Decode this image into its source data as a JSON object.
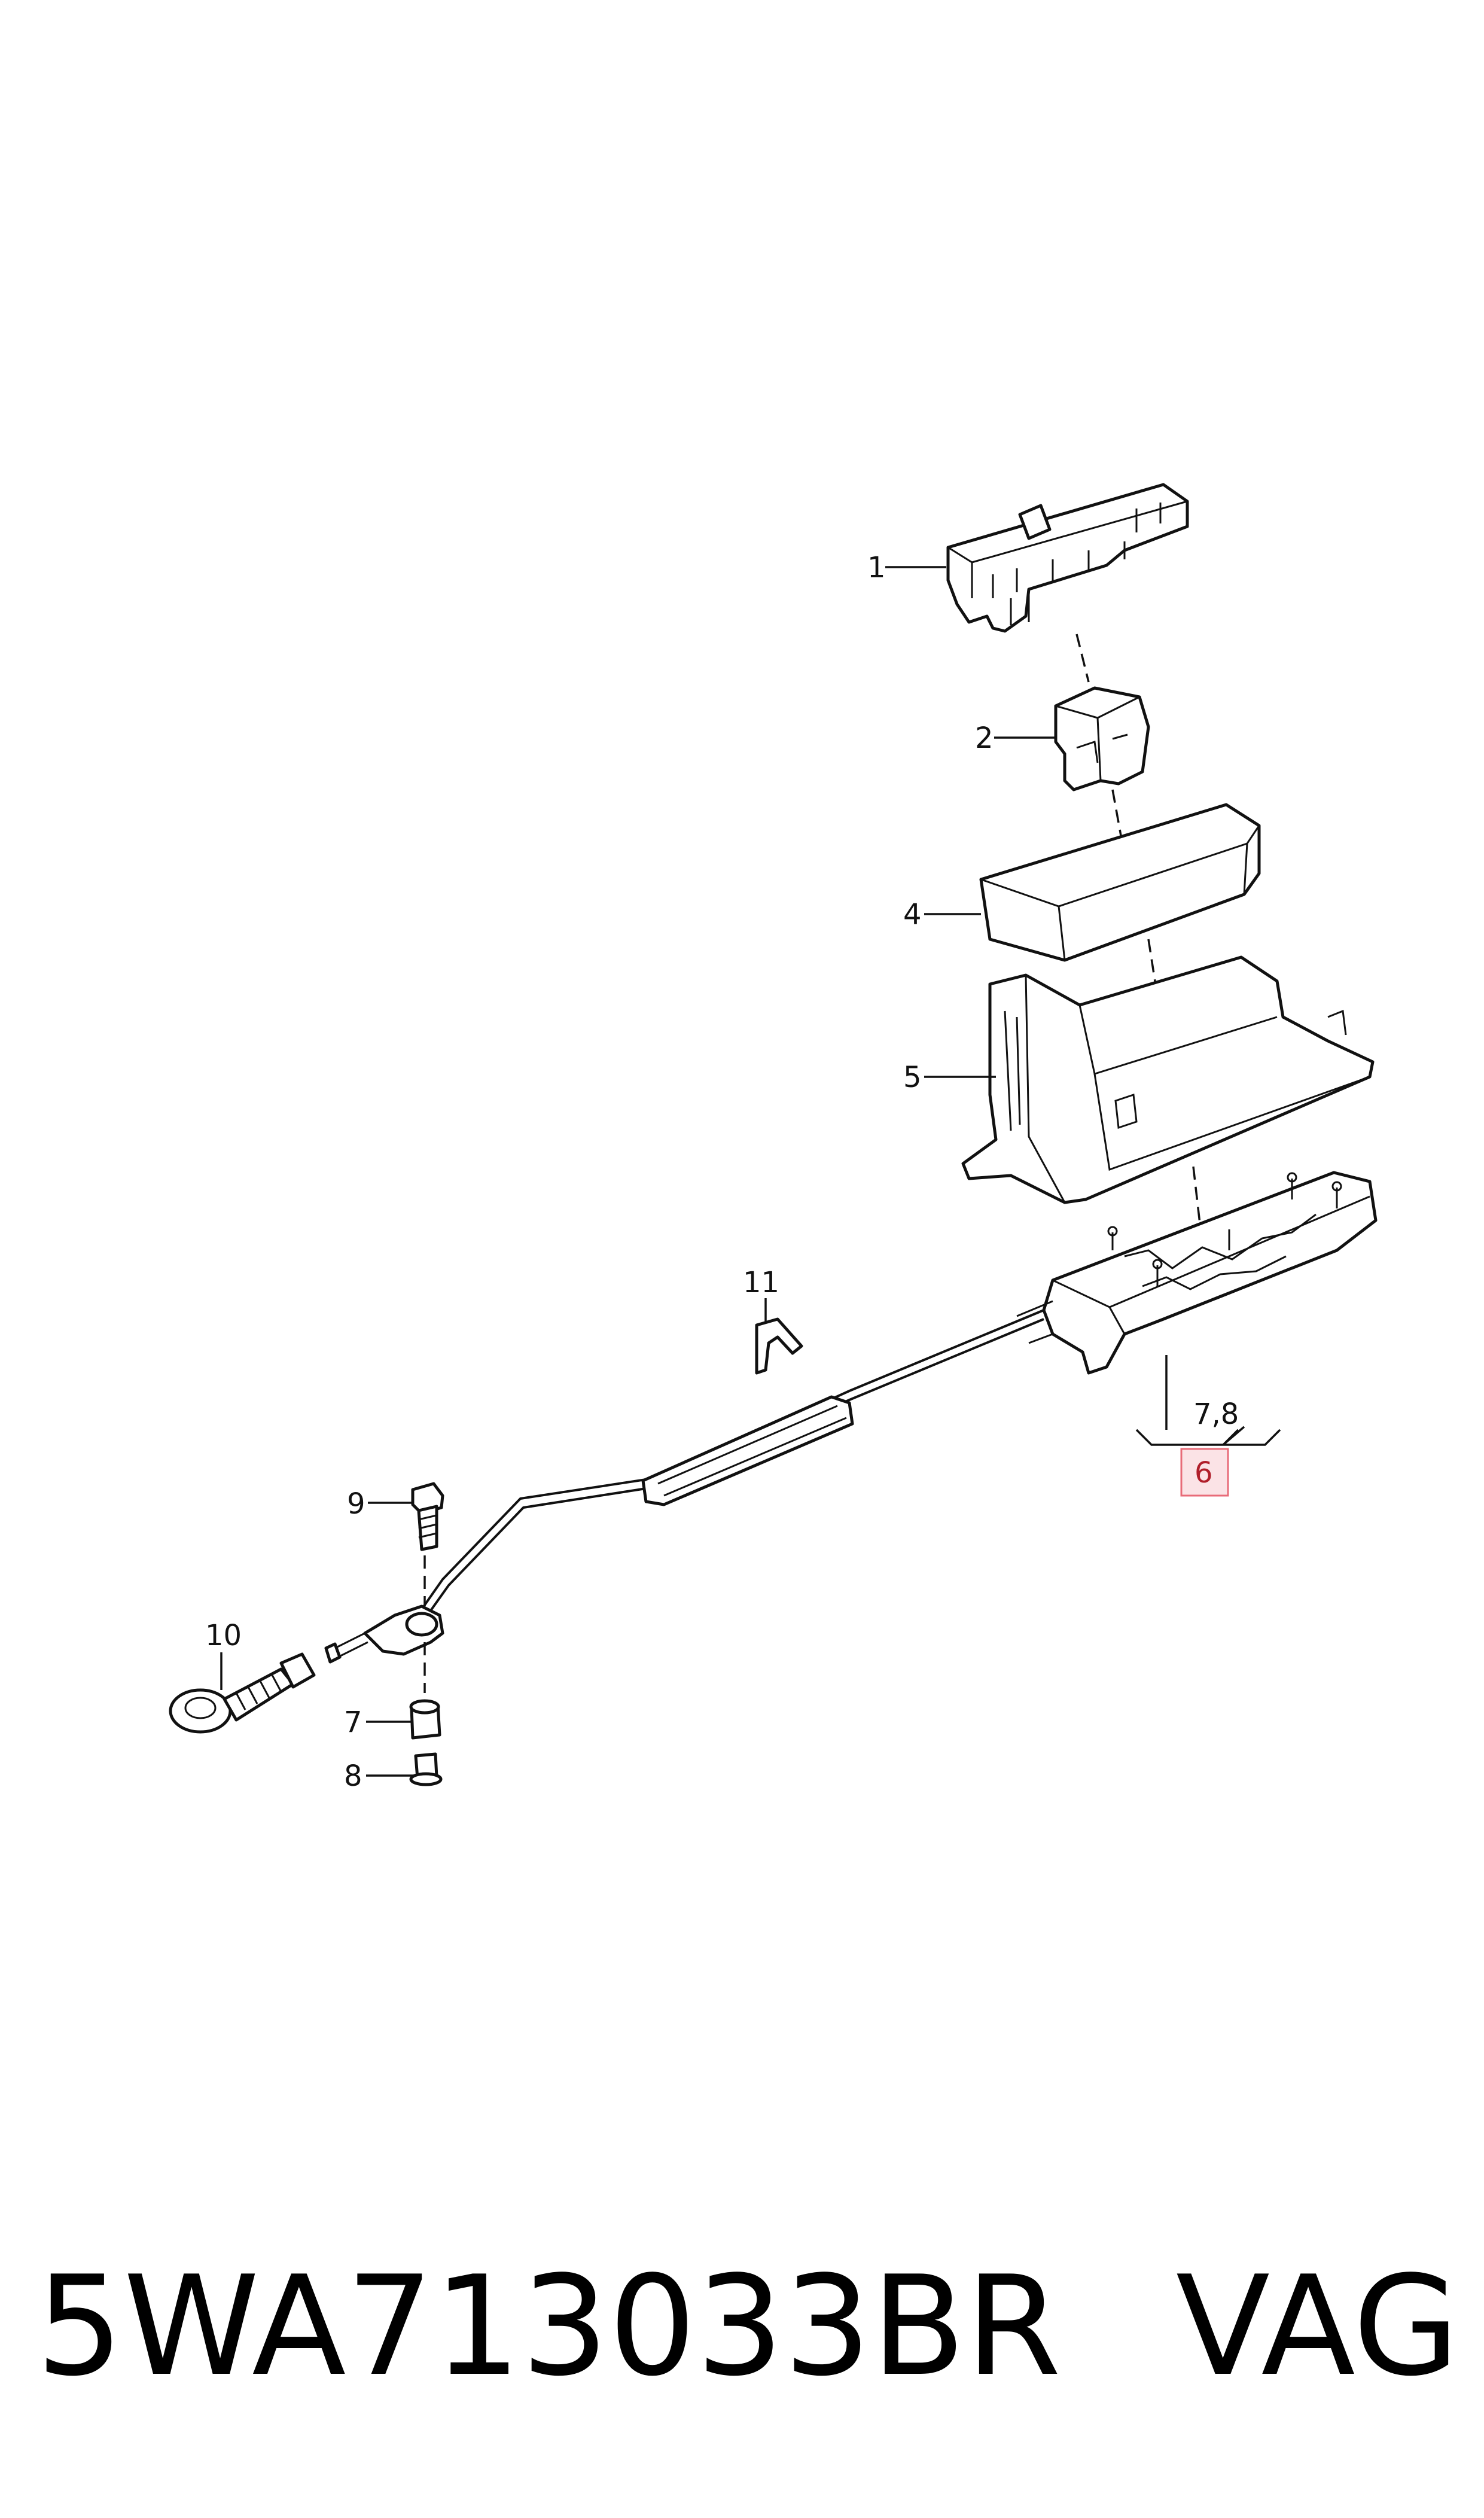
{
  "callouts": {
    "c1": "1",
    "c2": "2",
    "c4": "4",
    "c5": "5",
    "c6": "6",
    "c78": "7,8",
    "c7": "7",
    "c8": "8",
    "c9": "9",
    "c10": "10",
    "c11": "11"
  },
  "highlight_color": "#e86b78",
  "footer": {
    "part_number": "5WA713033BR",
    "brand": "VAG"
  }
}
